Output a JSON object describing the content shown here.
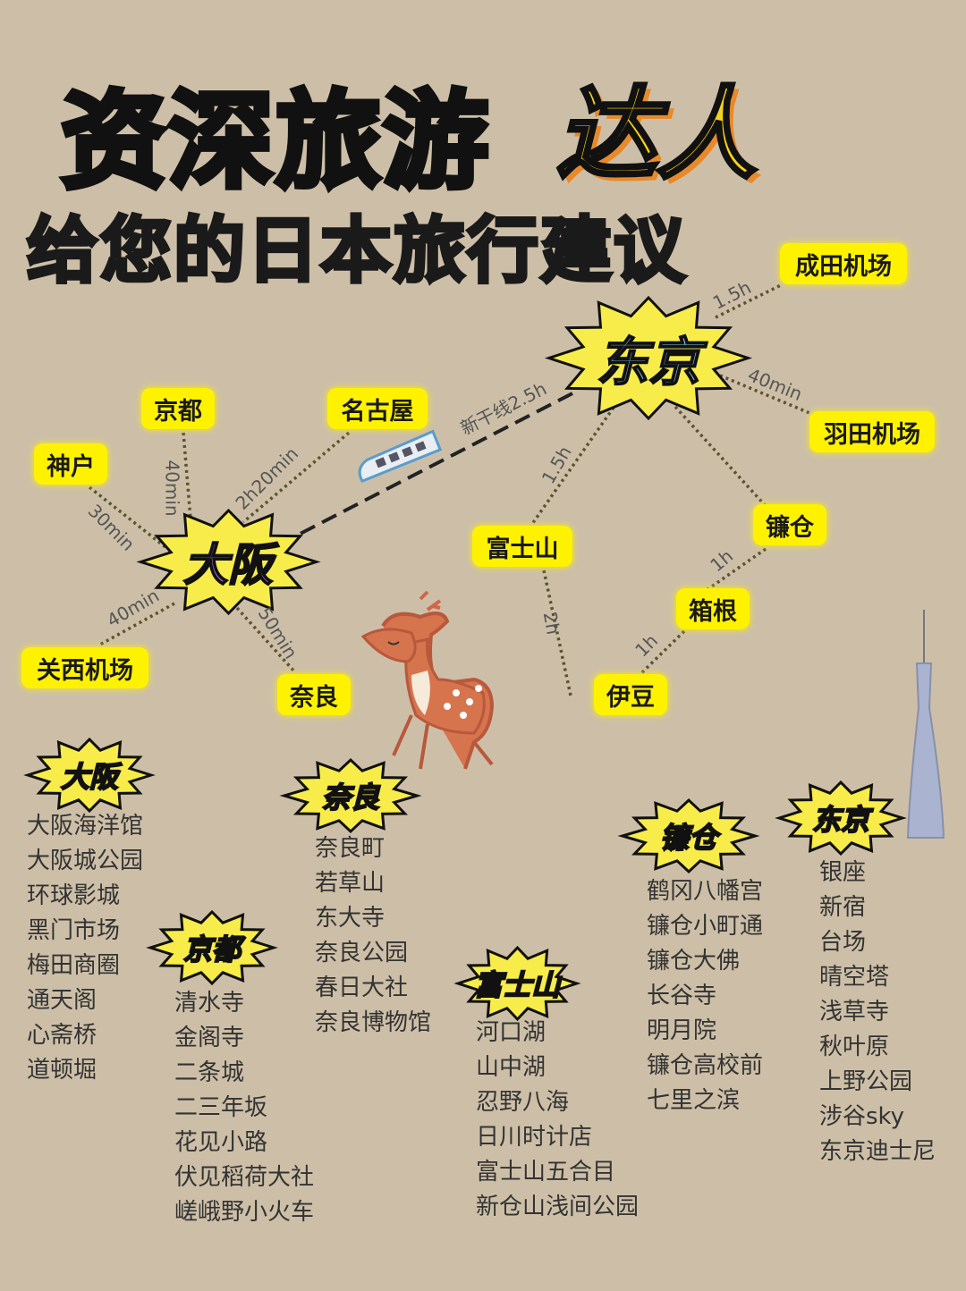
{
  "header": {
    "title_main": "资深旅游",
    "title_highlight": "达人",
    "subtitle": "给您的日本旅行建议"
  },
  "hubs": {
    "tokyo": {
      "label": "东京",
      "color": "#7cc8f0"
    },
    "osaka": {
      "label": "大阪",
      "color": "#b06ee0"
    }
  },
  "nodes": [
    {
      "id": "narita",
      "label": "成田机场"
    },
    {
      "id": "haneda",
      "label": "羽田机场"
    },
    {
      "id": "kyoto",
      "label": "京都"
    },
    {
      "id": "nagoya",
      "label": "名古屋"
    },
    {
      "id": "kobe",
      "label": "神户"
    },
    {
      "id": "fuji",
      "label": "富士山"
    },
    {
      "id": "kamakura",
      "label": "镰仓"
    },
    {
      "id": "hakone",
      "label": "箱根"
    },
    {
      "id": "kansai",
      "label": "关西机场"
    },
    {
      "id": "nara",
      "label": "奈良"
    },
    {
      "id": "izu",
      "label": "伊豆"
    }
  ],
  "edges": [
    {
      "from": "东京",
      "to": "成田机场",
      "label": "1.5h",
      "style": "dotted"
    },
    {
      "from": "东京",
      "to": "羽田机场",
      "label": "40min",
      "style": "dotted"
    },
    {
      "from": "东京",
      "to": "大阪",
      "label": "新干线2.5h",
      "style": "dashed"
    },
    {
      "from": "东京",
      "to": "富士山",
      "label": "1.5h",
      "style": "dotted"
    },
    {
      "from": "东京",
      "to": "镰仓",
      "label": "",
      "style": "dotted"
    },
    {
      "from": "镰仓",
      "to": "箱根",
      "label": "1h",
      "style": "dotted"
    },
    {
      "from": "箱根",
      "to": "伊豆",
      "label": "1h",
      "style": "dotted"
    },
    {
      "from": "富士山",
      "to": "",
      "label": "2h",
      "style": "dotted"
    },
    {
      "from": "大阪",
      "to": "京都",
      "label": "40min",
      "style": "dotted"
    },
    {
      "from": "大阪",
      "to": "名古屋",
      "label": "2h20min",
      "style": "dotted"
    },
    {
      "from": "大阪",
      "to": "神户",
      "label": "30min",
      "style": "dotted"
    },
    {
      "from": "大阪",
      "to": "关西机场",
      "label": "40min",
      "style": "dotted"
    },
    {
      "from": "大阪",
      "to": "奈良",
      "label": "50min",
      "style": "dotted"
    }
  ],
  "sections": [
    {
      "id": "osaka",
      "title": "大阪",
      "color": "#5fd13a",
      "items": [
        "大阪海洋馆",
        "大阪城公园",
        "环球影城",
        "黑门市场",
        "梅田商圈",
        "通天阁",
        "心斋桥",
        "道顿堀"
      ]
    },
    {
      "id": "kyoto",
      "title": "京都",
      "color": "#f06aa8",
      "items": [
        "清水寺",
        "金阁寺",
        "二条城",
        "二三年坂",
        "花见小路",
        "伏见稻荷大社",
        "嵯峨野小火车"
      ]
    },
    {
      "id": "nara",
      "title": "奈良",
      "color": "#e0313a",
      "items": [
        "奈良町",
        "若草山",
        "东大寺",
        "奈良公园",
        "春日大社",
        "奈良博物馆"
      ]
    },
    {
      "id": "fuji",
      "title": "富士山",
      "color": "#bfe6f7",
      "items": [
        "河口湖",
        "山中湖",
        "忍野八海",
        "日川时计店",
        "富士山五合目",
        "新仓山浅间公园"
      ]
    },
    {
      "id": "kamakura",
      "title": "镰仓",
      "color": "#f3ee3a",
      "items": [
        "鹤冈八幡宫",
        "镰仓小町通",
        "镰仓大佛",
        "长谷寺",
        "明月院",
        "镰仓高校前",
        "七里之滨"
      ]
    },
    {
      "id": "tokyo",
      "title": "东京",
      "color": "#f0a020",
      "items": [
        "银座",
        "新宿",
        "台场",
        "晴空塔",
        "浅草寺",
        "秋叶原",
        "上野公园",
        "涉谷sky",
        "东京迪士尼"
      ]
    }
  ],
  "colors": {
    "background": "#cdbfa7",
    "node": "#fff200",
    "burst": "#f7ec4a",
    "title_highlight": "#f7d21a"
  },
  "decorations": [
    "train-icon",
    "deer-icon",
    "tower-icon"
  ]
}
